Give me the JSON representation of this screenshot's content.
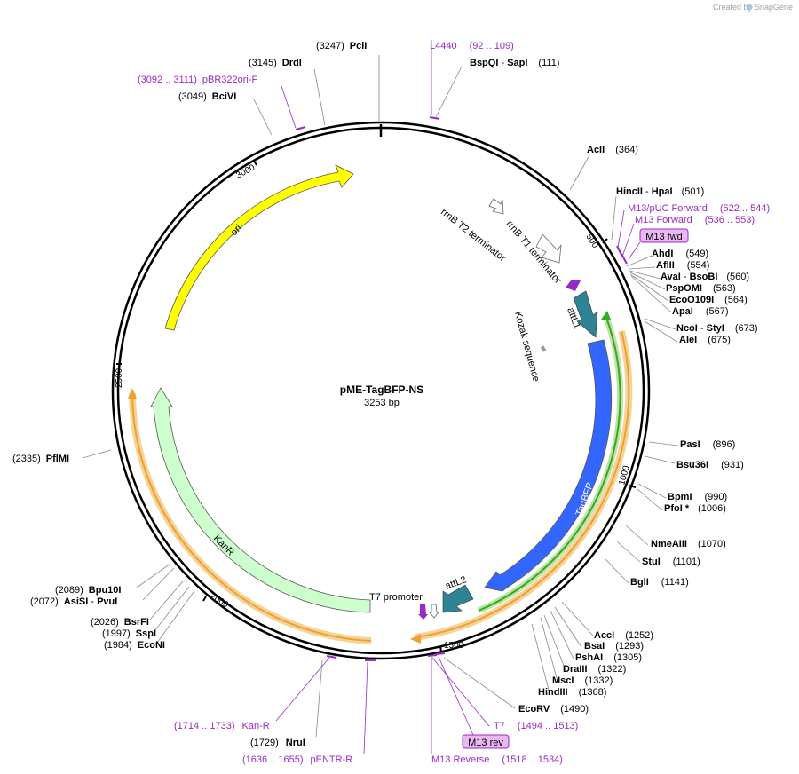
{
  "header": {
    "created_by": "Created by",
    "brand": "SnapGene"
  },
  "plasmid": {
    "name": "pME-TagBFP-NS",
    "length_label": "3253 bp"
  },
  "ticks": [
    "500",
    "1000",
    "1500",
    "2000",
    "2500",
    "3000"
  ],
  "features": {
    "ori": "ori",
    "kanr": "KanR",
    "tagbfp": "TagBFP",
    "attl1": "attL1",
    "attl2": "attL2",
    "rrnb_t1": "rrnB T1 terminator",
    "rrnb_t2": "rrnB T2 terminator",
    "kozak": "Kozak sequence",
    "t7_promoter": "T7 promoter"
  },
  "sites": {
    "pcii": {
      "name": "PciI",
      "pos": "(3247)"
    },
    "drdi": {
      "name": "DrdI",
      "pos": "(3145)"
    },
    "bcivi": {
      "name": "BciVI",
      "pos": "(3049)"
    },
    "bspqi": {
      "name": "BspQI",
      "sep": " - ",
      "name2": "SapI",
      "pos": "(111)"
    },
    "acli": {
      "name": "AclI",
      "pos": "(364)"
    },
    "hincii": {
      "name": "HincII",
      "sep": " - ",
      "name2": "HpaI",
      "pos": "(501)"
    },
    "ahdi": {
      "name": "AhdI",
      "pos": "(549)"
    },
    "aflii": {
      "name": "AflII",
      "pos": "(554)"
    },
    "avai": {
      "name": "AvaI",
      "sep": " - ",
      "name2": "BsoBI",
      "pos": "(560)"
    },
    "pspomi": {
      "name": "PspOMI",
      "pos": "(563)"
    },
    "ecoo109i": {
      "name": "EcoO109I",
      "pos": "(564)"
    },
    "apai": {
      "name": "ApaI",
      "pos": "(567)"
    },
    "ncoi": {
      "name": "NcoI",
      "sep": " - ",
      "name2": "StyI",
      "pos": "(673)"
    },
    "alei": {
      "name": "AleI",
      "pos": "(675)"
    },
    "pasi": {
      "name": "PasI",
      "pos": "(896)"
    },
    "bsu36i": {
      "name": "Bsu36I",
      "pos": "(931)"
    },
    "bpmi": {
      "name": "BpmI",
      "pos": "(990)"
    },
    "pfoi": {
      "name": "PfoI *",
      "pos": "(1006)"
    },
    "nmeaiii": {
      "name": "NmeAIII",
      "pos": "(1070)"
    },
    "stui": {
      "name": "StuI",
      "pos": "(1101)"
    },
    "bgli": {
      "name": "BglI",
      "pos": "(1141)"
    },
    "acci": {
      "name": "AccI",
      "pos": "(1252)"
    },
    "bsai": {
      "name": "BsaI",
      "pos": "(1293)"
    },
    "pshai": {
      "name": "PshAI",
      "pos": "(1305)"
    },
    "draiii": {
      "name": "DraIII",
      "pos": "(1322)"
    },
    "msci": {
      "name": "MscI",
      "pos": "(1332)"
    },
    "hindiii": {
      "name": "HindIII",
      "pos": "(1368)"
    },
    "ecorv": {
      "name": "EcoRV",
      "pos": "(1490)"
    },
    "nrui": {
      "name": "NruI",
      "pos": "(1729)"
    },
    "econi": {
      "name": "EcoNI",
      "pos": "(1984)"
    },
    "sspi": {
      "name": "SspI",
      "pos": "(1997)"
    },
    "bsrfi": {
      "name": "BsrFI",
      "pos": "(2026)"
    },
    "asisi": {
      "name": "AsiSI",
      "sep": " - ",
      "name2": "PvuI",
      "pos": "(2072)"
    },
    "bpu10i": {
      "name": "Bpu10I",
      "pos": "(2089)"
    },
    "pfimi": {
      "name": "PflMI",
      "pos": "(2335)"
    }
  },
  "primers": {
    "l4440": {
      "name": "L4440",
      "range": "(92 .. 109)"
    },
    "pbr322ori": {
      "name": "pBR322ori-F",
      "range": "(3092 .. 3111)"
    },
    "m13puc": {
      "name": "M13/pUC Forward",
      "range": "(522 .. 544)"
    },
    "m13fwd": {
      "name": "M13 Forward",
      "range": "(536 .. 553)"
    },
    "m13fwd_box": "M13 fwd",
    "t7": {
      "name": "T7",
      "range": "(1494 .. 1513)"
    },
    "m13rev_box": "M13 rev",
    "m13rev": {
      "name": "M13 Reverse",
      "range": "(1518 .. 1534)"
    },
    "kanr": {
      "name": "Kan-R",
      "range": "(1714 .. 1733)"
    },
    "pentr": {
      "name": "pENTR-R",
      "range": "(1636 .. 1655)"
    }
  },
  "colors": {
    "ori": "#ffff00",
    "kanr": "#ccffcc",
    "tagbfp": "#3366ff",
    "attl": "#2e8394",
    "orange_track": "#f0a030",
    "green_track": "#33aa22",
    "primer": "#9a2ac8",
    "primer_box": "#e9b7f2"
  }
}
